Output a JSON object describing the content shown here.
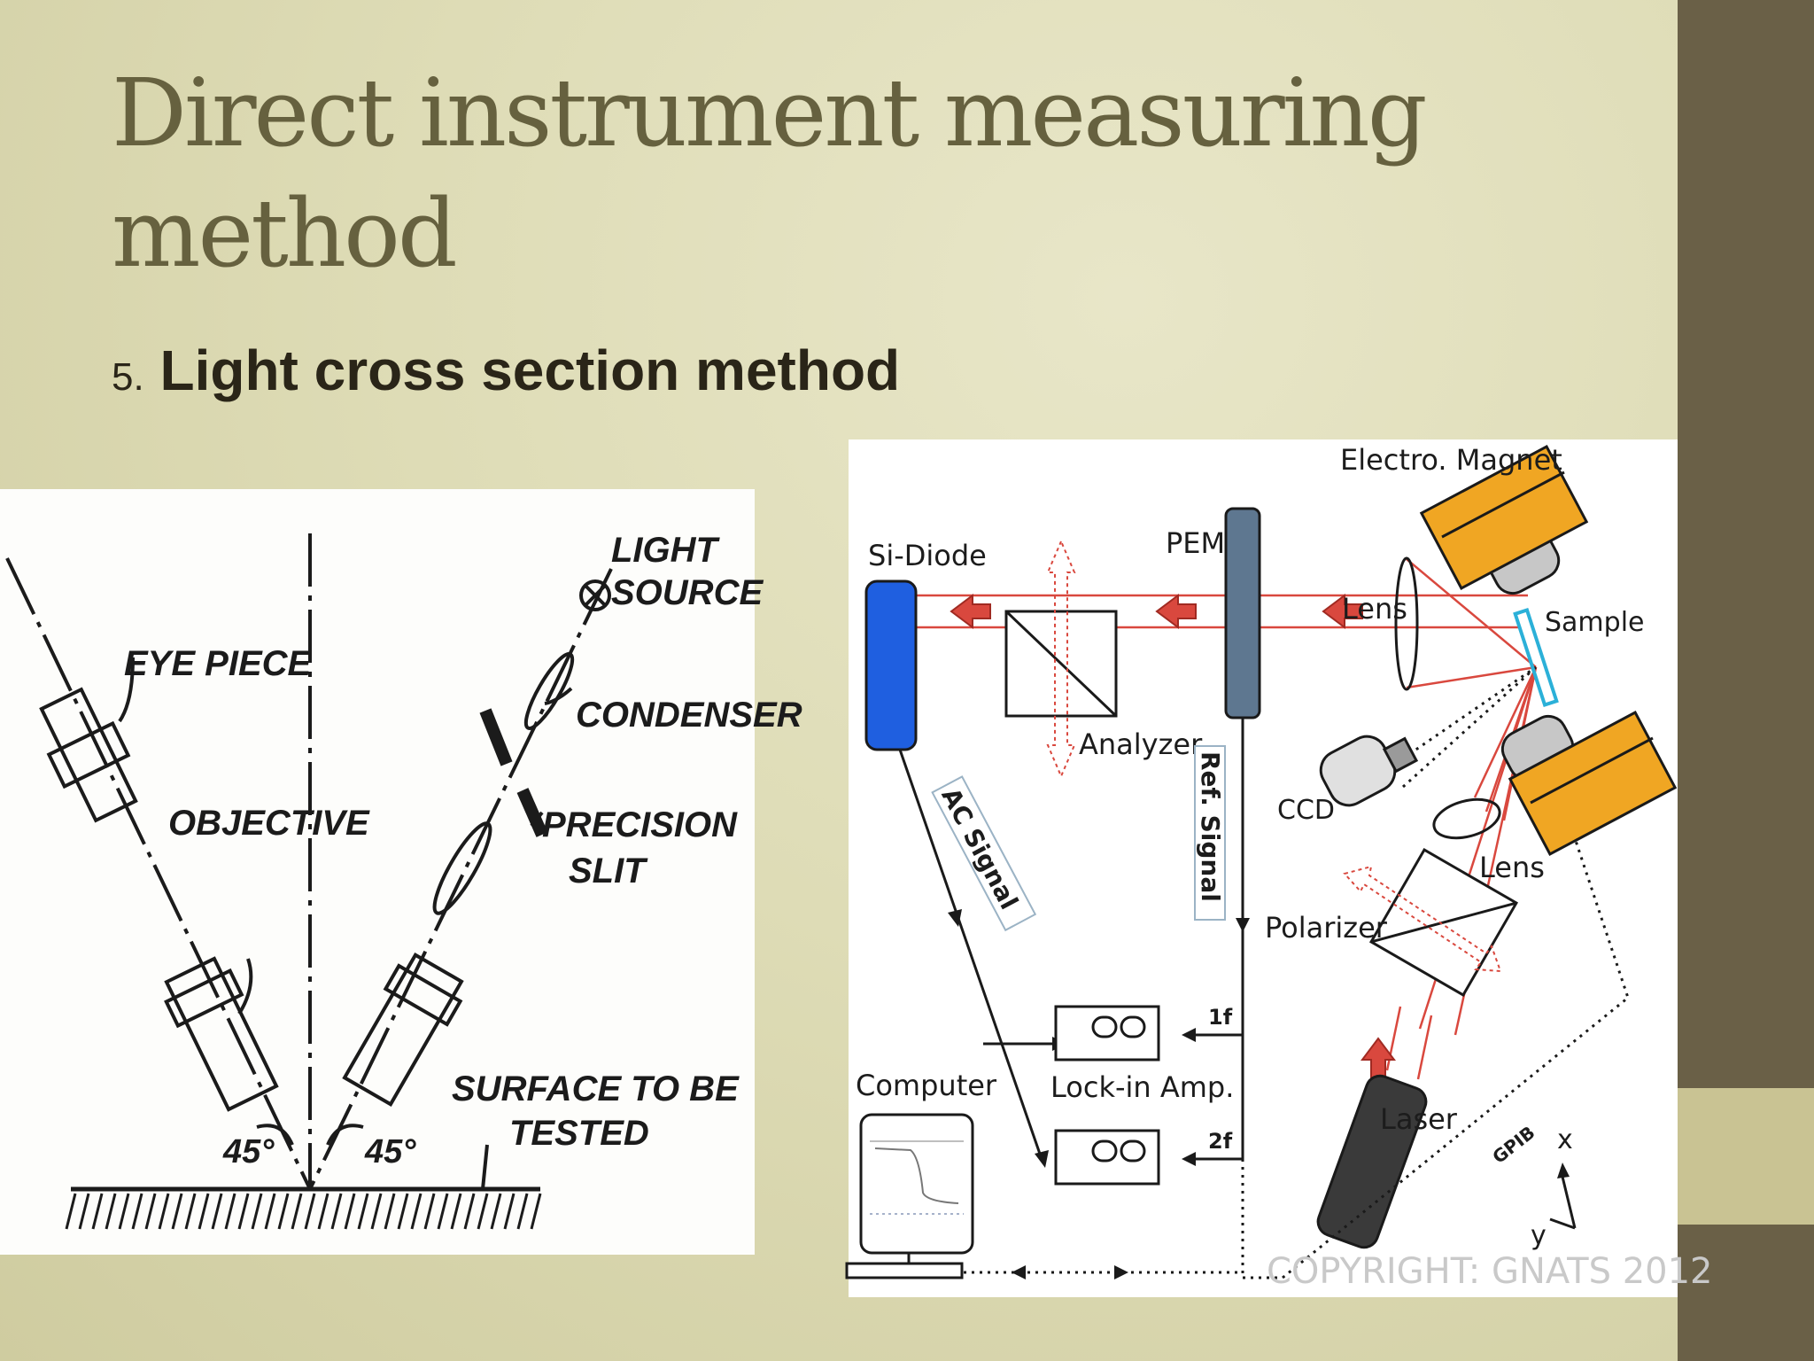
{
  "slide": {
    "title": "Direct instrument measuring method",
    "subtitle_number": "5.",
    "subtitle_text": "Light cross section method"
  },
  "figure_left": {
    "labels": {
      "light": "LIGHT",
      "source": "SOURCE",
      "eye_piece": "EYE PIECE",
      "condenser": "CONDENSER",
      "objective": "OBJECTIVE",
      "precision": "PRECISION",
      "slit": "SLIT",
      "surface_line1": "SURFACE TO BE",
      "surface_line2": "TESTED",
      "angle_left": "45°",
      "angle_right": "45°"
    }
  },
  "figure_right": {
    "labels": {
      "electro_magnet": "Electro. Magnet",
      "si_diode": "Si-Diode",
      "pem": "PEM",
      "lens_top": "Lens",
      "sample": "Sample",
      "analyzer": "Analyzer",
      "ccd": "CCD",
      "ref_signal": "Ref. Signal",
      "ac_signal": "AC Signal",
      "lens_bottom": "Lens",
      "polarizer": "Polarizer",
      "one_f": "1f",
      "two_f": "2f",
      "computer": "Computer",
      "lock_in_amp": "Lock-in Amp.",
      "laser": "Laser",
      "gpib": "GPIB",
      "axis_x": "x",
      "axis_y": "y",
      "copyright": "COPYRIGHT: GNATS 2012"
    },
    "colors": {
      "si_diode": "#1f5fe0",
      "pem": "#5e7790",
      "magnet": "#f0a623",
      "laser_body": "#3a3a3a",
      "beam": "#d9483e",
      "sample": "#2bb0d8"
    }
  }
}
